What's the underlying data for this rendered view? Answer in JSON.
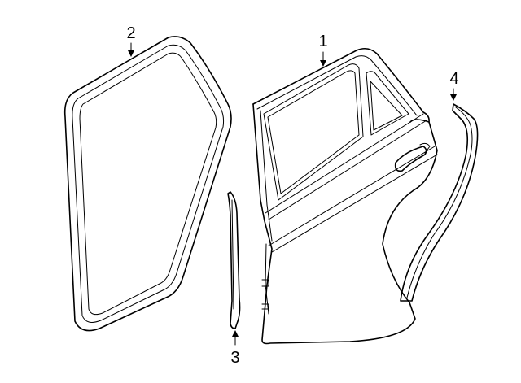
{
  "callouts": [
    {
      "id": "door",
      "label": "1"
    },
    {
      "id": "door-seal",
      "label": "2"
    },
    {
      "id": "front-weatherstrip",
      "label": "3"
    },
    {
      "id": "rear-weatherstrip",
      "label": "4"
    }
  ],
  "colors": {
    "line": "#000000",
    "background": "#ffffff"
  }
}
